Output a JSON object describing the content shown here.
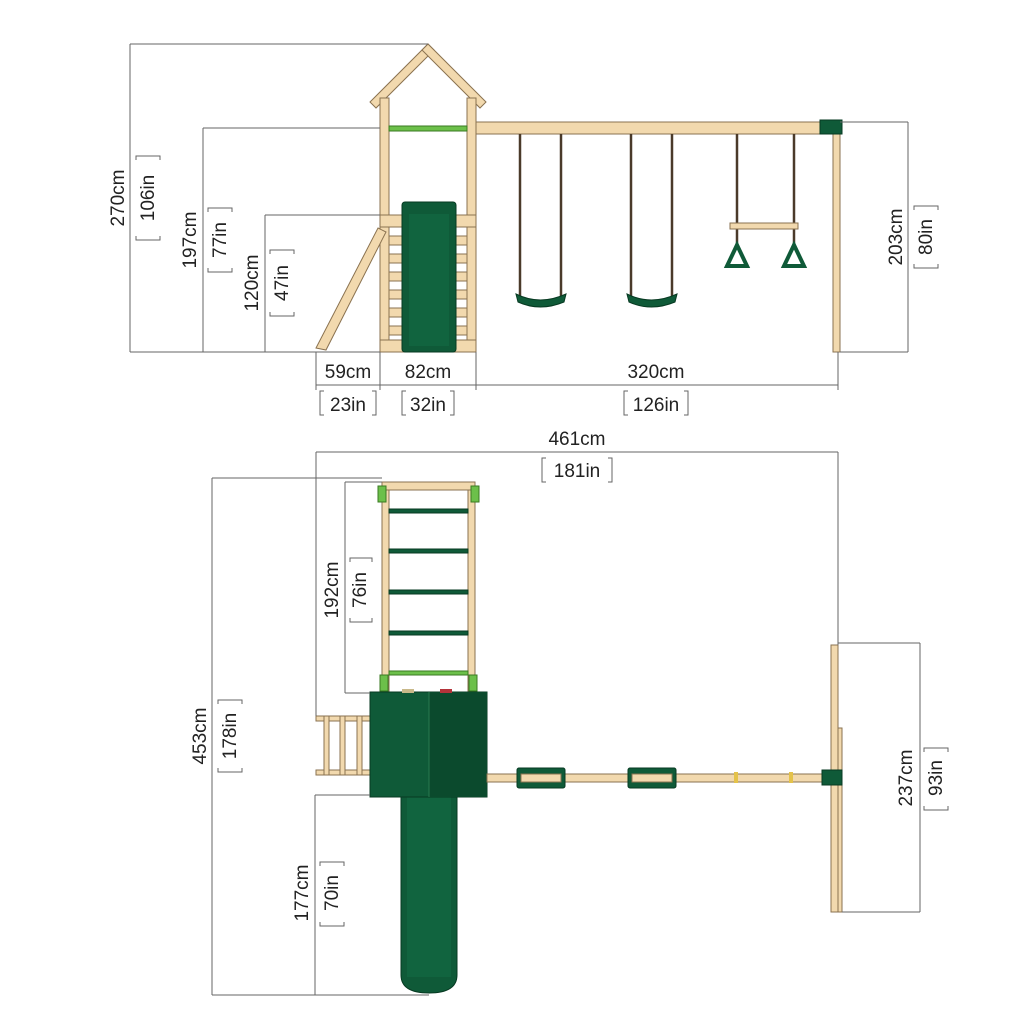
{
  "side_view": {
    "total_height": {
      "cm": "270cm",
      "in": "106in"
    },
    "beam_height": {
      "cm": "197cm",
      "in": "77in"
    },
    "platform_height": {
      "cm": "120cm",
      "in": "47in"
    },
    "swing_beam_height": {
      "cm": "203cm",
      "in": "80in"
    },
    "ladder_depth": {
      "cm": "59cm",
      "in": "23in"
    },
    "tower_width": {
      "cm": "82cm",
      "in": "32in"
    },
    "swing_beam_length": {
      "cm": "320cm",
      "in": "126in"
    }
  },
  "top_view": {
    "total_width": {
      "cm": "461cm",
      "in": "181in"
    },
    "total_length": {
      "cm": "453cm",
      "in": "178in"
    },
    "climbing_frame_length": {
      "cm": "192cm",
      "in": "76in"
    },
    "slide_length": {
      "cm": "177cm",
      "in": "70in"
    },
    "a_frame_width": {
      "cm": "237cm",
      "in": "93in"
    }
  },
  "colors": {
    "wood": "#f2d9ae",
    "green": "#0f5a38",
    "light_green": "#6cc04a"
  }
}
